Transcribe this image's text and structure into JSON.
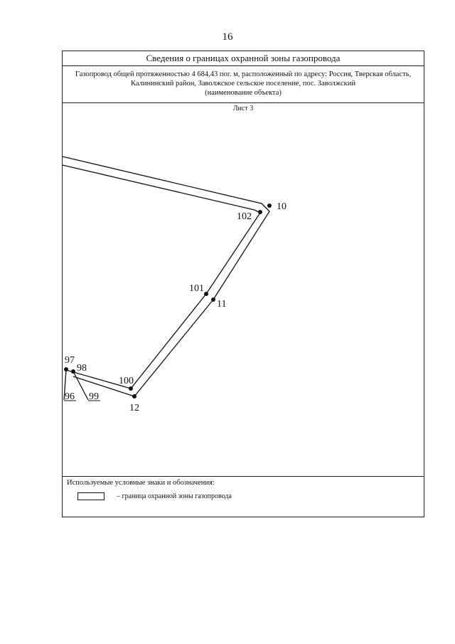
{
  "page_number": "16",
  "header": {
    "title": "Сведения о границах охранной зоны газопровода",
    "object_line1": "Газопровод общей протяженностью 4 684,43 пог. м, расположенный по адресу: Россия, Тверская область,",
    "object_line2": "Калининский район, Заволжское сельское поселение, пос. Заволжский",
    "object_caption": "(наименование объекта)"
  },
  "sheet_label": "Лист 3",
  "points": {
    "p10": "10",
    "p11": "11",
    "p12": "12",
    "p96": "96",
    "p97": "97",
    "p98": "98",
    "p99": "99",
    "p100": "100",
    "p101": "101",
    "p102": "102"
  },
  "legend": {
    "title": "Используемые условные знаки и обозначения:",
    "item_text": "– граница охранной зоны газопровода"
  }
}
